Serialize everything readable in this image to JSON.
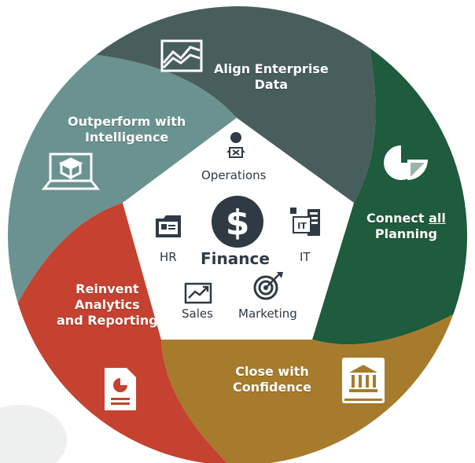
{
  "center": {
    "title": "Finance",
    "symbol": "$"
  },
  "departments": {
    "operations": "Operations",
    "hr": "HR",
    "it": "IT",
    "sales": "Sales",
    "marketing": "Marketing",
    "it_badge": "IT"
  },
  "segments": {
    "align": {
      "line1": "Align Enterprise",
      "line2": "Data"
    },
    "connect": {
      "prefix": "Connect ",
      "underlined": "all",
      "line2": "Planning"
    },
    "close": {
      "line1": "Close with",
      "line2": "Confidence"
    },
    "reinvent": {
      "line1": "Reinvent",
      "line2": "Analytics",
      "line3": "and Reporting"
    },
    "outperform": {
      "line1": "Outperform with",
      "line2": "Intelligence"
    }
  },
  "colors": {
    "align": "#485e5c",
    "connect": "#1f5b3d",
    "close": "#a77b2c",
    "reinvent": "#c4422f",
    "outperform": "#6a9290",
    "center_fill": "#ffffff",
    "center_text": "#2f3a44"
  },
  "icons": {
    "align": "line-chart-icon",
    "connect": "pie-chart-icon",
    "close": "bank-ledger-icon",
    "reinvent": "report-document-icon",
    "outperform": "laptop-cube-icon",
    "operations": "operator-person-icon",
    "hr": "id-folder-icon",
    "it": "server-it-icon",
    "sales": "trend-chart-icon",
    "marketing": "target-icon",
    "finance": "dollar-coin-icon"
  }
}
